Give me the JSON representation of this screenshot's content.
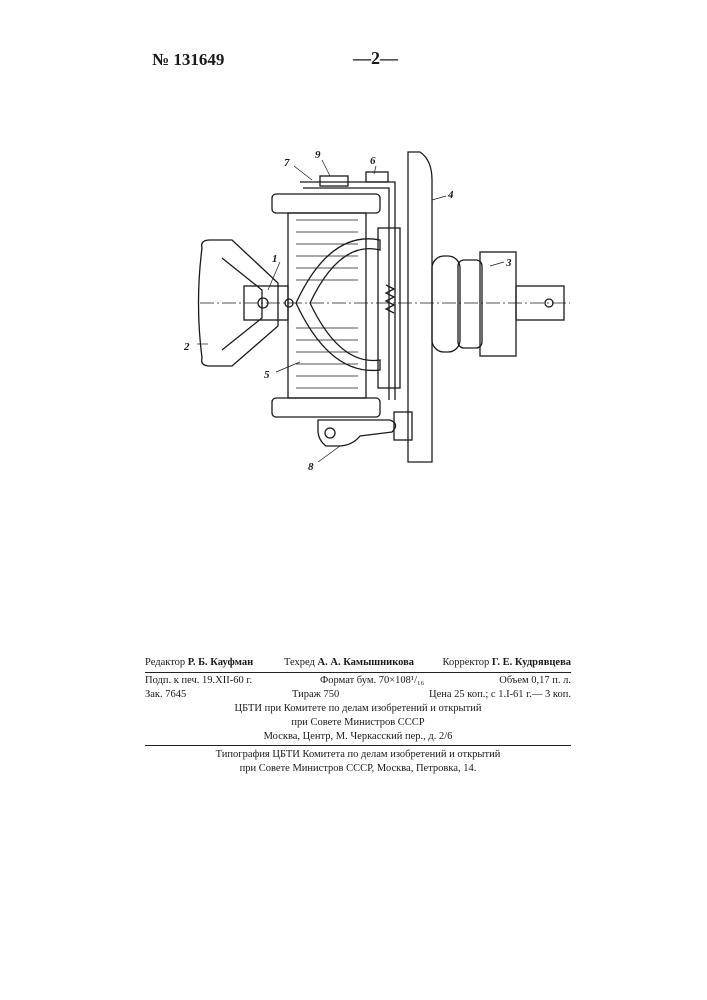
{
  "header": {
    "patent_number": "№ 131649",
    "page_number": "—2—"
  },
  "figure": {
    "labels": [
      "1",
      "2",
      "3",
      "4",
      "5",
      "6",
      "7",
      "8",
      "9"
    ]
  },
  "imprint": {
    "editor_role": "Редактор",
    "editor_name": "Р. Б. Кауфман",
    "techred_role": "Техред",
    "techred_name": "А. А. Камышникова",
    "corrector_role": "Корректор",
    "corrector_name": "Г. Е. Кудрявцева",
    "signed": "Подп. к печ. 19.XII-60 г.",
    "format": "Формат бум. 70×108¹/₁₆",
    "volume": "Объем 0,17 п. л.",
    "order": "Зак. 7645",
    "circulation": "Тираж 750",
    "price": "Цена 25 коп.; с 1.I-61 г.— 3 коп.",
    "publisher_line1": "ЦБТИ при Комитете по делам изобретений и открытий",
    "publisher_line2": "при Совете Министров СССР",
    "publisher_address": "Москва, Центр, М. Черкасский пер., д. 2/6",
    "printer_line1": "Типография ЦБТИ Комитета по делам изобретений и открытий",
    "printer_line2": "при Совете Министров СССР, Москва, Петровка, 14."
  }
}
